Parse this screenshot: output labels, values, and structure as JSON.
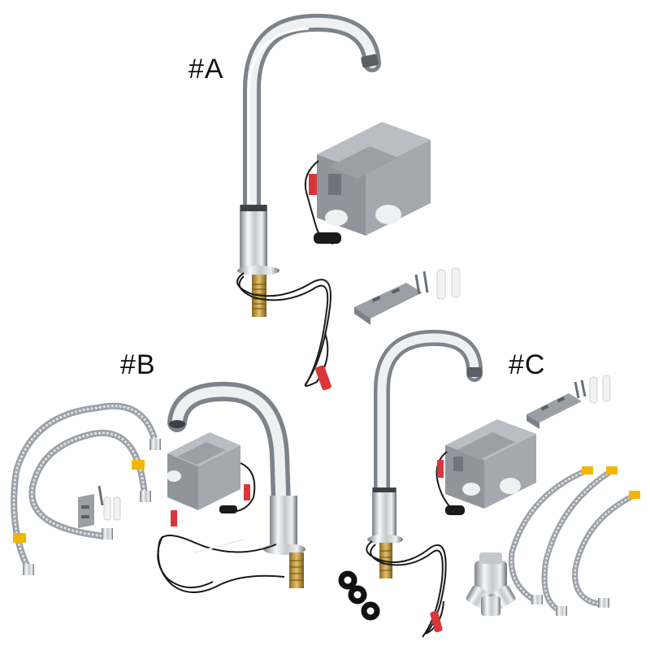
{
  "labels": {
    "a": "#A",
    "b": "#B",
    "c": "#C"
  },
  "colors": {
    "chrome_light": "#f4f5f7",
    "chrome_mid": "#bfc3c8",
    "chrome_dark": "#6b7078",
    "box_gray": "#8f959b",
    "box_light": "#aeb4ba",
    "wire": "#1a1a1a",
    "connector_red": "#d9363a",
    "brass": "#c9a047",
    "hose_tag": "#f2b600",
    "washer": "#111111"
  }
}
